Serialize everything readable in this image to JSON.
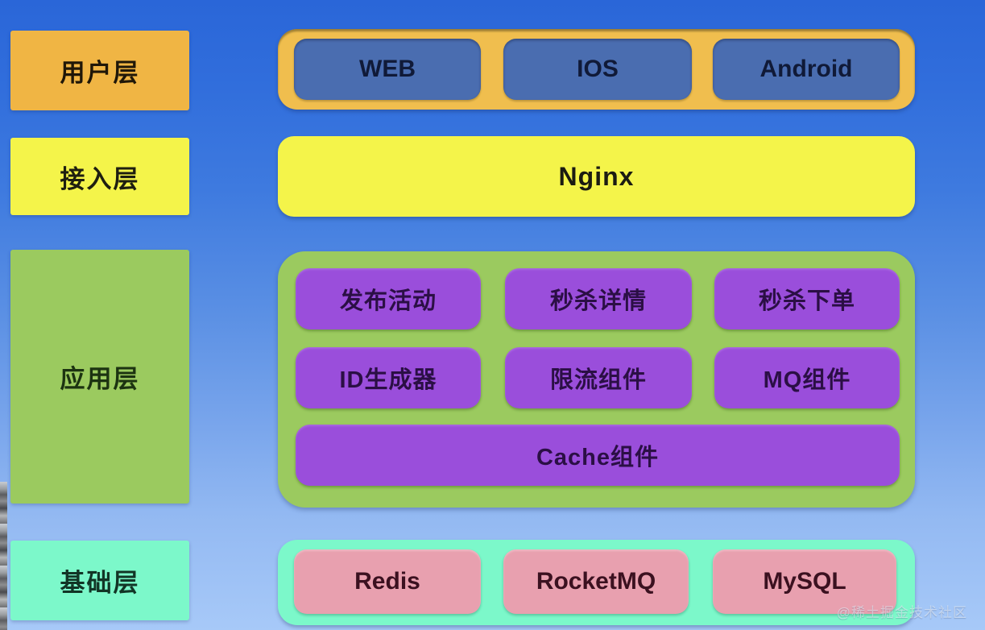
{
  "watermark": "@稀土掘金技术社区",
  "palette": {
    "background_top": "#2A66D8",
    "background_bottom": "#A7C9F8",
    "user_label_bg": "#F0B544",
    "user_container_bg": "#F0BE4E",
    "user_node_bg": "#4A6DB0",
    "access_bg": "#F4F44A",
    "app_bg": "#9BCA5F",
    "app_node_bg": "#9A4EDB",
    "base_bg": "#7CF8CA",
    "base_node_bg": "#E8A0AF"
  },
  "layers": [
    {
      "id": "user",
      "label": "用户层",
      "items": [
        "WEB",
        "IOS",
        "Android"
      ]
    },
    {
      "id": "access",
      "label": "接入层",
      "items": [
        "Nginx"
      ]
    },
    {
      "id": "app",
      "label": "应用层",
      "rows": [
        [
          "发布活动",
          "秒杀详情",
          "秒杀下单"
        ],
        [
          "ID生成器",
          "限流组件",
          "MQ组件"
        ],
        [
          "Cache组件"
        ]
      ]
    },
    {
      "id": "base",
      "label": "基础层",
      "items": [
        "Redis",
        "RocketMQ",
        "MySQL"
      ]
    }
  ]
}
